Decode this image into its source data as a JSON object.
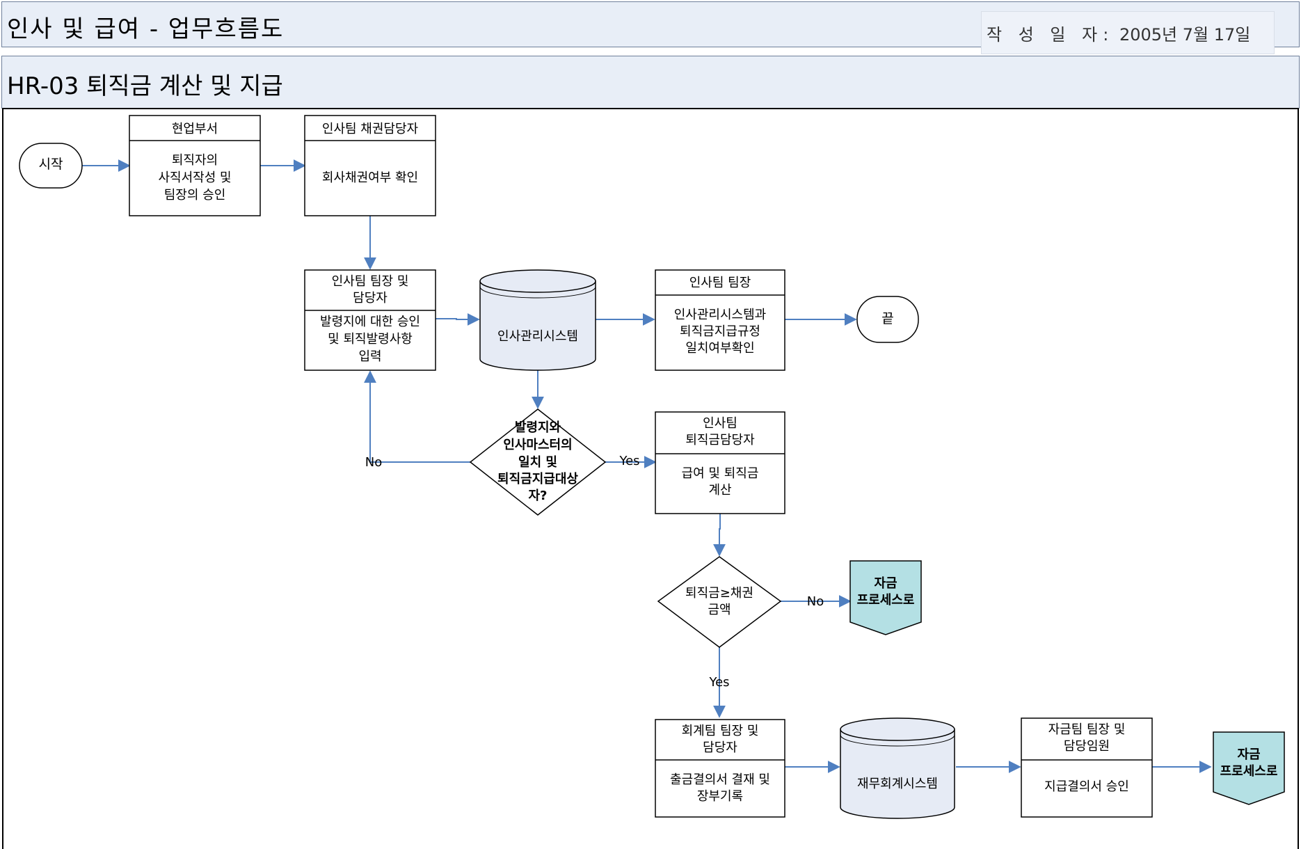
{
  "header": {
    "doc_title": "인사 및 급여 - 업무흐름도",
    "date_label": "작 성 일 자:",
    "date_value": "2005년 7월 17일",
    "process_title": "HR-03 퇴직금 계산 및 지급"
  },
  "flow": {
    "start": "시작",
    "end": "끝",
    "dept_approval": {
      "role": "현업부서",
      "lines": [
        "퇴직자의",
        "사직서작성 및",
        "팀장의 승인"
      ]
    },
    "bond_check": {
      "role": "인사팀 채권담당자",
      "lines": [
        "회사채권여부 확인"
      ]
    },
    "hr_input": {
      "role_lines": [
        "인사팀 팀장 및",
        "담당자"
      ],
      "lines": [
        "발령지에 대한 승인",
        "및 퇴직발령사항",
        "입력"
      ]
    },
    "hr_system": "인사관리시스템",
    "hr_manager": {
      "role": "인사팀 팀장",
      "lines": [
        "인사관리시스템과",
        "퇴직금지급규정",
        "일치여부확인"
      ]
    },
    "match_decision": [
      "발령지와",
      "인사마스터의",
      "일치 및",
      "퇴직금지급대상",
      "자?"
    ],
    "no_label_1": "No",
    "yes_label_1": "Yes",
    "severance_calc": {
      "role_lines": [
        "인사팀",
        "퇴직금담당자"
      ],
      "lines": [
        "급여 및 퇴직금",
        "계산"
      ]
    },
    "amount_decision": [
      "퇴직금≥채권",
      "금액"
    ],
    "no_label_2": "No",
    "yes_label_2": "Yes",
    "fund_process_1": [
      "자금",
      "프로세스로"
    ],
    "accounting": {
      "role_lines": [
        "회계팀 팀장 및",
        "담당자"
      ],
      "lines": [
        "출금결의서 결재 및",
        "장부기록"
      ]
    },
    "finance_system": "재무회계시스템",
    "fund_approval": {
      "role_lines": [
        "자금팀 팀장 및",
        "담당임원"
      ],
      "lines": [
        "지급결의서 승인"
      ]
    },
    "fund_process_2": [
      "자금",
      "프로세스로"
    ]
  },
  "colors": {
    "header_bg": "#e8eef7",
    "arrow": "#4f7fc0",
    "db_fill": "#e6ebf5",
    "offpage_fill": "#b4e0e4"
  }
}
